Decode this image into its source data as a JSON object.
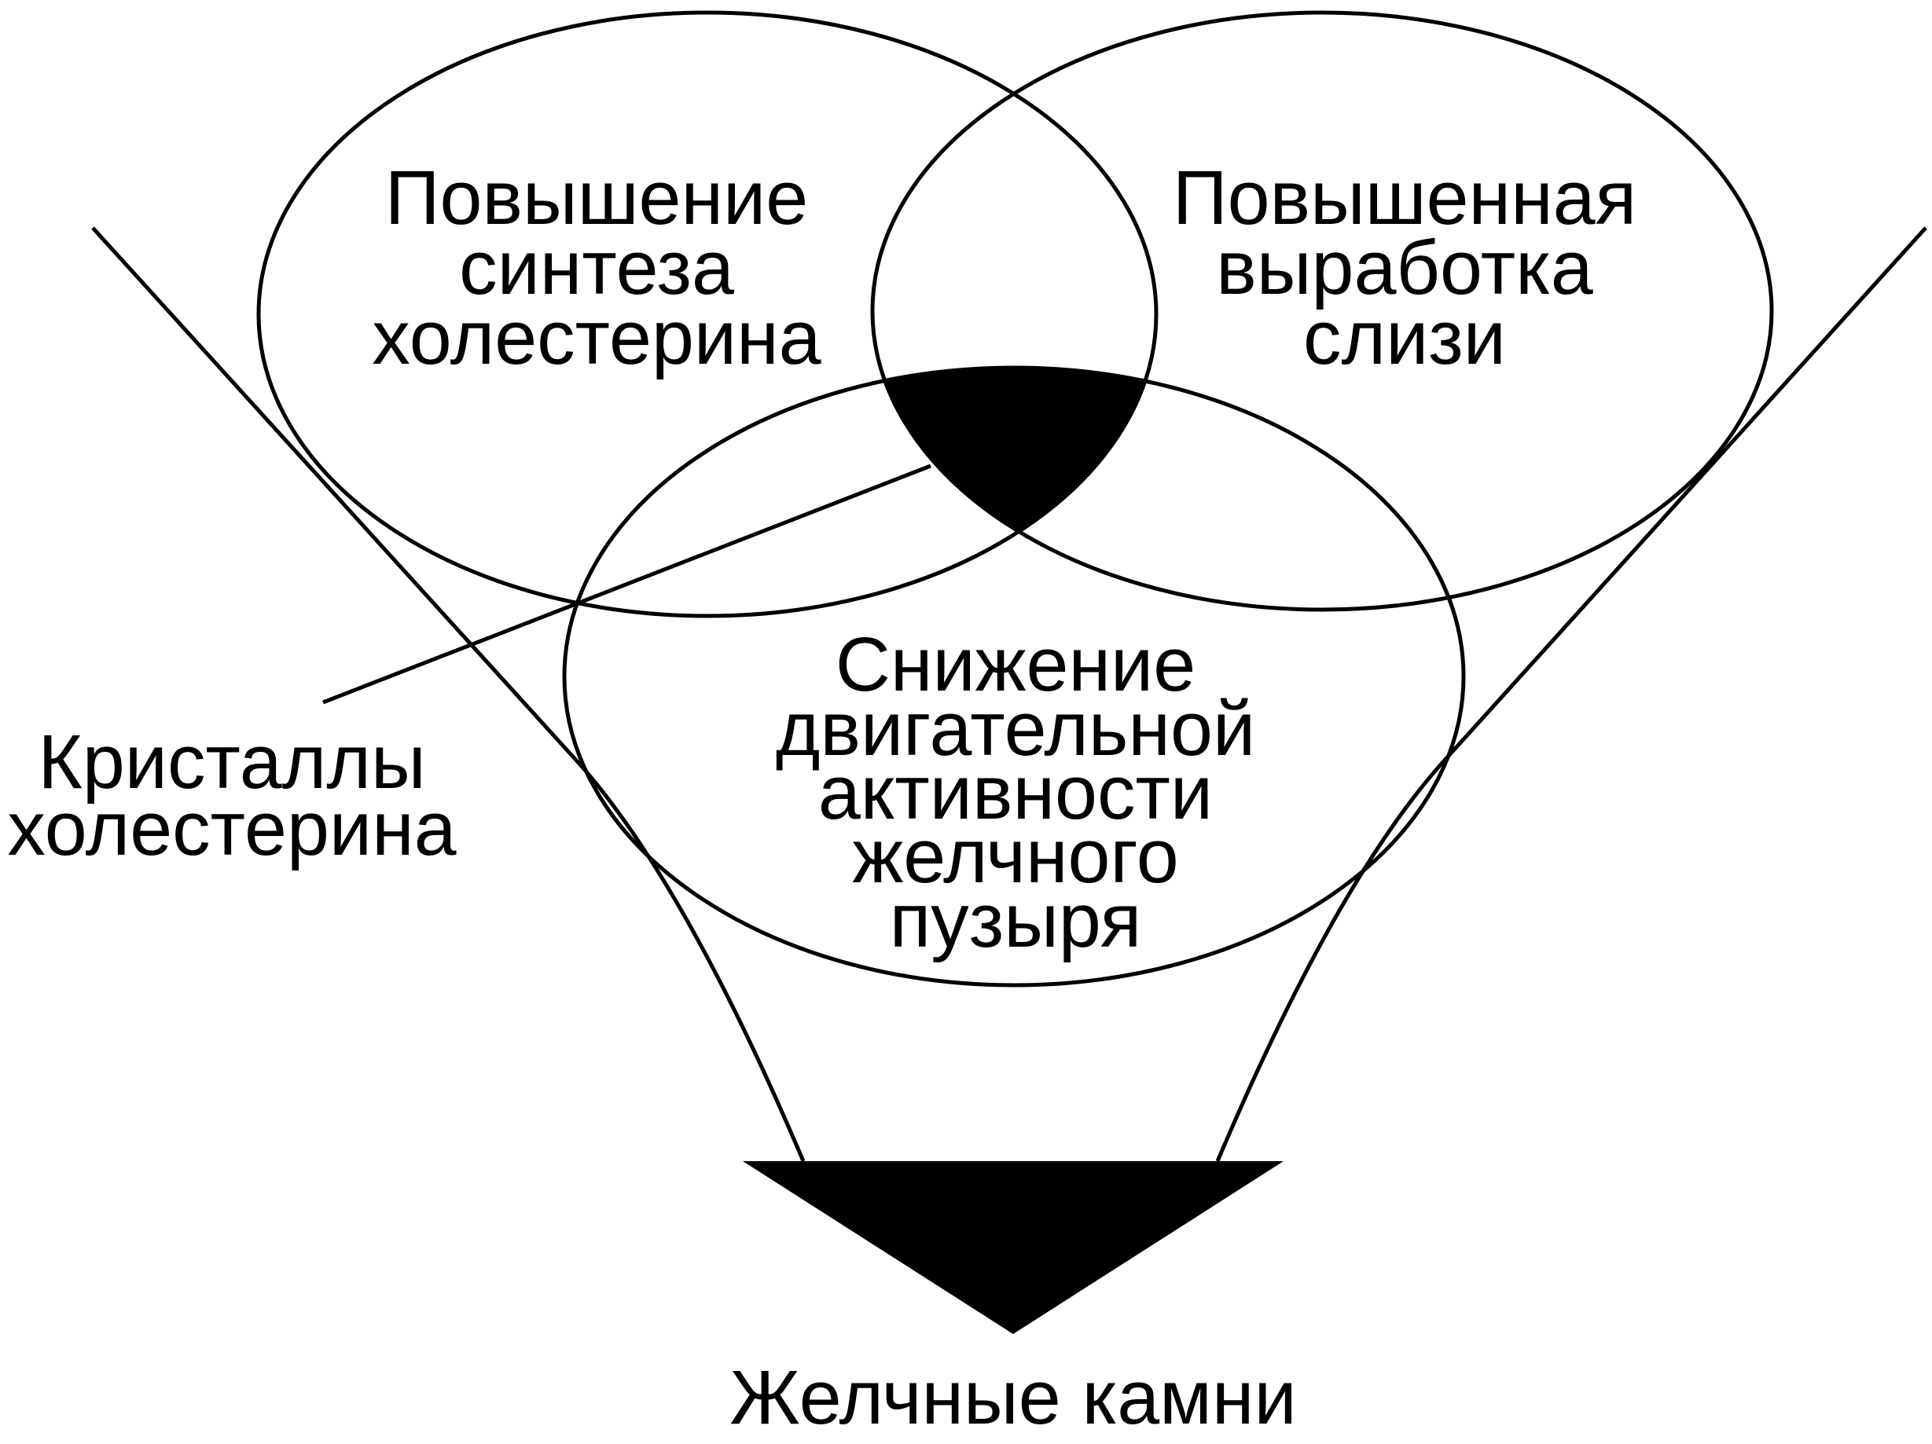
{
  "diagram": {
    "circle_top_left": {
      "label_lines": [
        "Повышение",
        "синтеза",
        "холестерина"
      ]
    },
    "circle_top_right": {
      "label_lines": [
        "Повышенная",
        "выработка",
        "слизи"
      ]
    },
    "circle_bottom": {
      "label_lines": [
        "Снижение",
        "двигательной",
        "активности",
        "желчного",
        "пузыря"
      ]
    },
    "intersection_callout": {
      "label_lines": [
        "Кристаллы",
        "холестерина"
      ]
    },
    "funnel_output": {
      "label": "Желчные камни"
    }
  },
  "colors": {
    "ink": "#000000",
    "background": "#ffffff"
  }
}
